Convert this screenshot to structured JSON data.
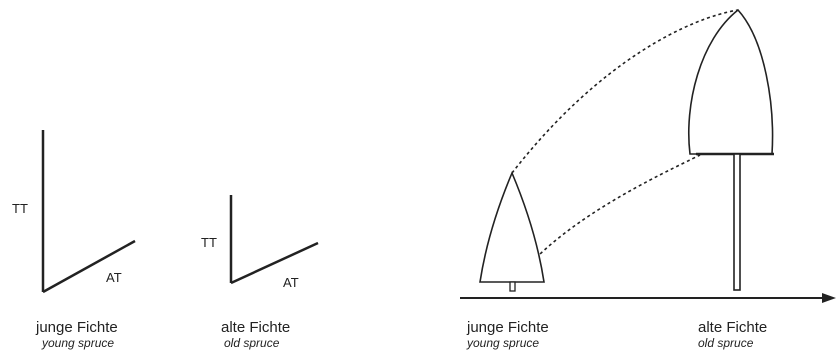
{
  "left_panels": [
    {
      "tt": "TT",
      "at": "AT",
      "de": "junge Fichte",
      "en": "young spruce"
    },
    {
      "tt": "TT",
      "at": "AT",
      "de": "alte Fichte",
      "en": "old spruce"
    }
  ],
  "tree_panel": {
    "young": {
      "de": "junge Fichte",
      "en": "young spruce"
    },
    "old": {
      "de": "alte Fichte",
      "en": "old spruce"
    }
  },
  "colors": {
    "line": "#222222"
  }
}
